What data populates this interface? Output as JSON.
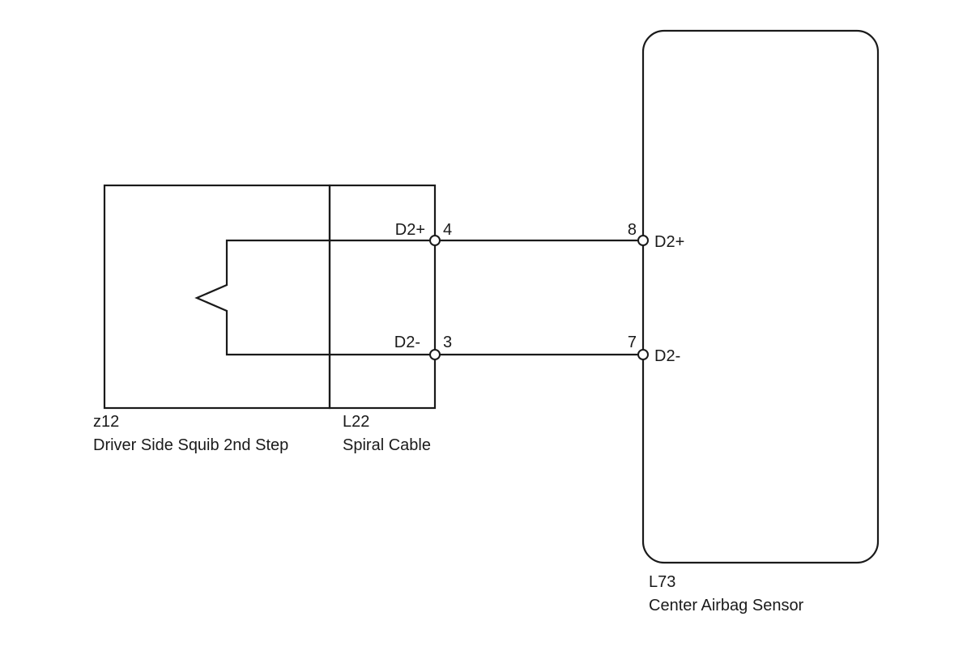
{
  "components": {
    "squib": {
      "code": "z12",
      "name": "Driver Side Squib 2nd Step"
    },
    "spiral_cable": {
      "code": "L22",
      "name": "Spiral Cable",
      "pins": [
        {
          "signal": "D2+",
          "number": "4"
        },
        {
          "signal": "D2-",
          "number": "3"
        }
      ]
    },
    "sensor": {
      "code": "L73",
      "name": "Center Airbag Sensor",
      "pins": [
        {
          "signal": "D2+",
          "number": "8"
        },
        {
          "signal": "D2-",
          "number": "7"
        }
      ]
    }
  },
  "colors": {
    "line": "#1a1a1a",
    "background": "#ffffff"
  }
}
